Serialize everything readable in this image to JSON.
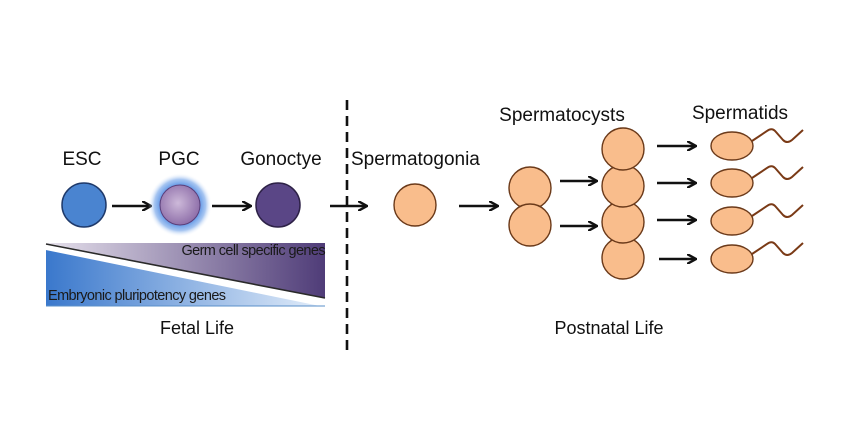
{
  "stages": {
    "esc": "ESC",
    "pgc": "PGC",
    "gonocyte": "Gonoctye",
    "spermatogonia": "Spermatogonia",
    "spermatocysts": "Spermatocysts",
    "spermatids": "Spermatids"
  },
  "gene_labels": {
    "germ_cell": "Germ cell specific genes",
    "pluripotency": "Embryonic pluripotency genes"
  },
  "periods": {
    "fetal": "Fetal Life",
    "postnatal": "Postnatal Life"
  },
  "counts": {
    "spermatocysts_first": 2,
    "spermatocysts_second": 4,
    "spermatids": 4
  },
  "colors": {
    "esc_fill": "#4a84d0",
    "esc_stroke": "#1f3a6b",
    "pgc_fill": "#a98bbd",
    "pgc_glow": "#3d7fe0",
    "gonocyte_fill": "#5a4686",
    "gonocyte_stroke": "#2e2247",
    "germ_cell_fill": "#f9bd8c",
    "germ_cell_stroke": "#6b3a1a",
    "tail": "#7a3a16",
    "purple_grad_start": "#e6e1ec",
    "purple_grad_end": "#4f3c78",
    "blue_grad_start": "#3a78cc",
    "blue_grad_end": "#e4eefa",
    "arrow": "#111111"
  }
}
